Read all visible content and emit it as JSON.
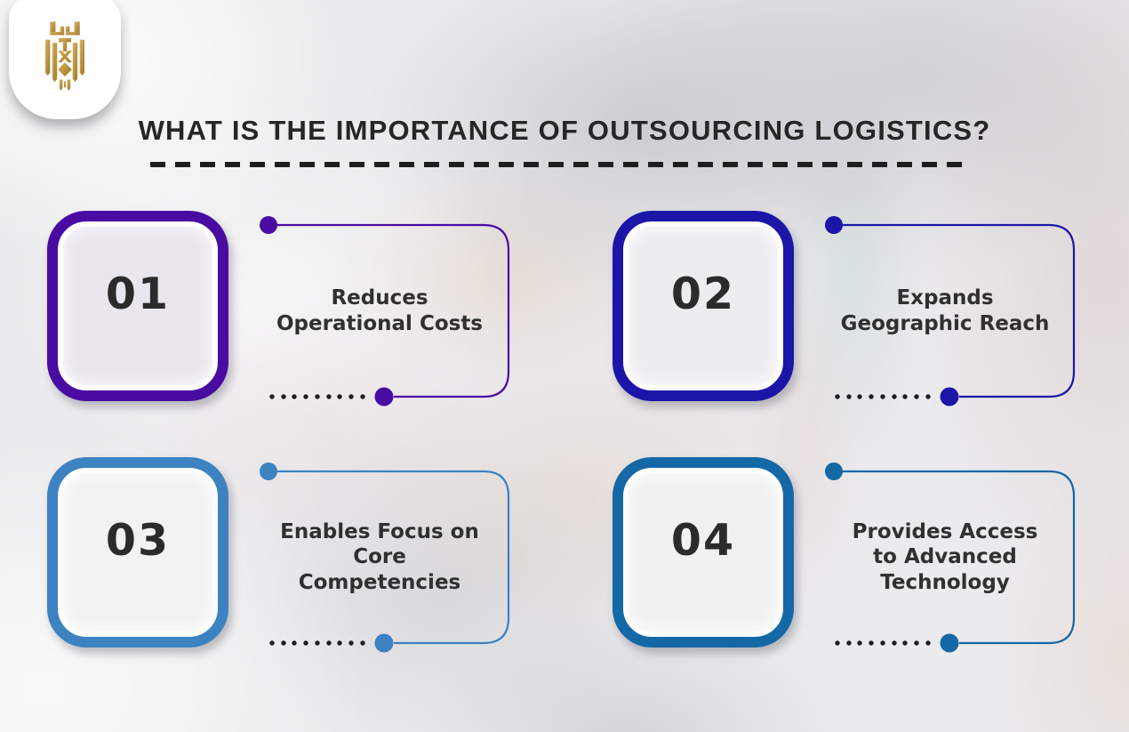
{
  "logo": {
    "name": "gold-lion-crest-logo"
  },
  "header": {
    "title": "WHAT IS THE IMPORTANCE OF OUTSOURCING LOGISTICS?"
  },
  "cards": [
    {
      "number": "01",
      "label": "Reduces\nOperational Costs",
      "accent": "#4a0ba3"
    },
    {
      "number": "02",
      "label": "Expands\nGeographic Reach",
      "accent": "#1b16a7"
    },
    {
      "number": "03",
      "label": "Enables Focus on\nCore Competencies",
      "accent": "#3d82c1"
    },
    {
      "number": "04",
      "label": "Provides Access\nto Advanced\nTechnology",
      "accent": "#1568a6"
    }
  ],
  "style": {
    "dash_color": "#1e1e1e",
    "dot_color": "#1d1d22",
    "number_color": "#2b2b2b",
    "text_color": "#303030",
    "title_color": "#262626",
    "logo_gold": "#b9913f",
    "background_base": "#e9e8ea"
  }
}
